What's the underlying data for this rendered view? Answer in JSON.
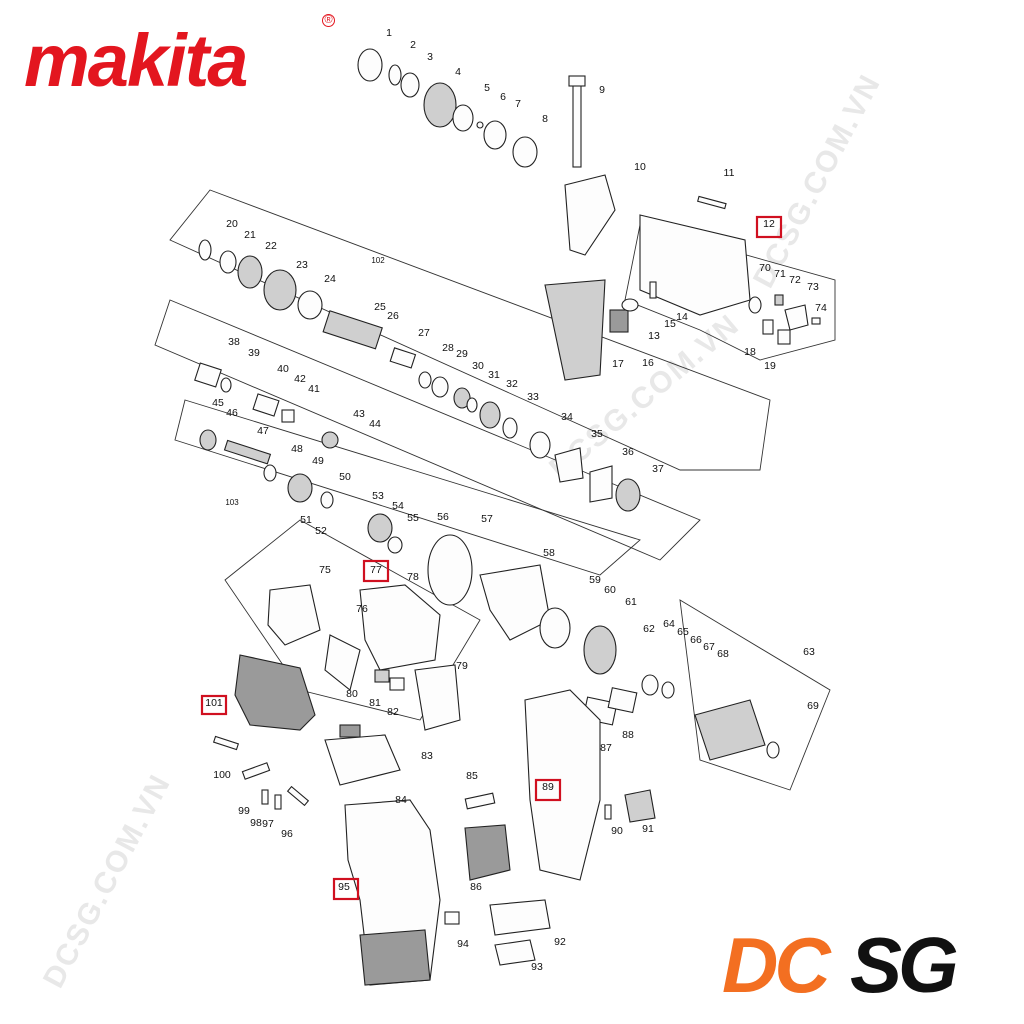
{
  "brand": {
    "name": "makita",
    "registered_mark": "®",
    "color": "#e3161f"
  },
  "dealer_logo": {
    "text_orange": "DC",
    "text_black": "SG",
    "orange": "#f36f21",
    "black": "#111111"
  },
  "watermark": {
    "text": "DCSG.COM.VN"
  },
  "highlight_color": "#d01020",
  "highlighted_parts": [
    "12",
    "77",
    "101",
    "89",
    "95"
  ],
  "part_labels": [
    "1",
    "2",
    "3",
    "4",
    "5",
    "6",
    "7",
    "8",
    "9",
    "10",
    "11",
    "12",
    "13",
    "14",
    "15",
    "16",
    "17",
    "18",
    "19",
    "20",
    "21",
    "22",
    "23",
    "24",
    "25",
    "26",
    "27",
    "28",
    "29",
    "30",
    "31",
    "32",
    "33",
    "34",
    "35",
    "36",
    "37",
    "38",
    "39",
    "40",
    "41",
    "42",
    "43",
    "44",
    "45",
    "46",
    "47",
    "48",
    "49",
    "50",
    "51",
    "52",
    "53",
    "54",
    "55",
    "56",
    "57",
    "58",
    "59",
    "60",
    "61",
    "62",
    "63",
    "64",
    "65",
    "66",
    "67",
    "68",
    "69",
    "70",
    "71",
    "72",
    "73",
    "74",
    "75",
    "76",
    "77",
    "78",
    "79",
    "80",
    "81",
    "82",
    "83",
    "84",
    "85",
    "86",
    "87",
    "88",
    "89",
    "90",
    "91",
    "92",
    "93",
    "94",
    "95",
    "96",
    "97",
    "98",
    "99",
    "100",
    "101",
    "102",
    "103"
  ]
}
